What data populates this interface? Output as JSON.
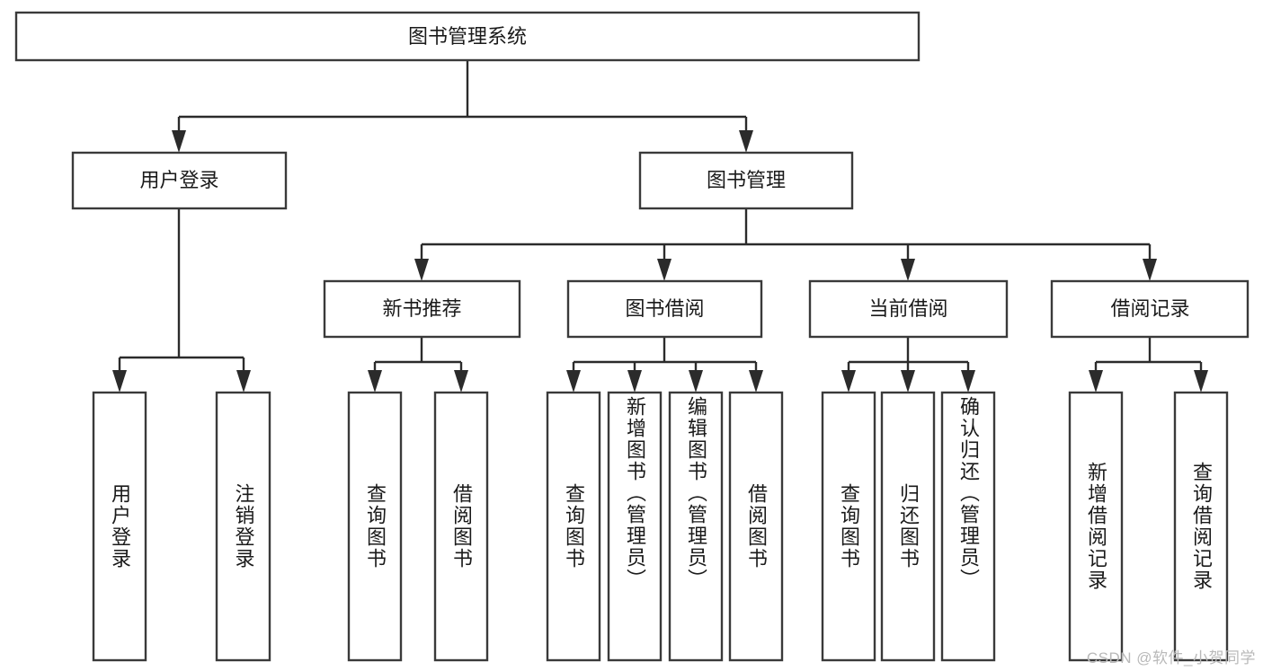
{
  "diagram": {
    "title": "图书管理系统",
    "type": "tree",
    "watermark": "CSDN @软件_小贺同学",
    "colors": {
      "box_stroke": "#3a3a3a",
      "box_fill": "#ffffff",
      "connector": "#2b2b2b",
      "text": "#1a1a1a",
      "watermark": "#b9b9b9",
      "background": "#ffffff"
    },
    "nodes": {
      "root": {
        "label": "图书管理系统"
      },
      "level2": [
        {
          "id": "user-login",
          "label": "用户登录"
        },
        {
          "id": "book-management",
          "label": "图书管理"
        }
      ],
      "level3": [
        {
          "id": "new-book-recommend",
          "label": "新书推荐"
        },
        {
          "id": "book-borrow",
          "label": "图书借阅"
        },
        {
          "id": "current-borrow",
          "label": "当前借阅"
        },
        {
          "id": "borrow-record",
          "label": "借阅记录"
        }
      ],
      "leaves": {
        "user_login": [
          {
            "id": "leaf-user-login",
            "label": "用户登录"
          },
          {
            "id": "leaf-logout-login",
            "label": "注销登录"
          }
        ],
        "new_book_recommend": [
          {
            "id": "leaf-query-book-1",
            "label": "查询图书"
          },
          {
            "id": "leaf-borrow-book-1",
            "label": "借阅图书"
          }
        ],
        "book_borrow": [
          {
            "id": "leaf-query-book-2",
            "label": "查询图书"
          },
          {
            "id": "leaf-add-book",
            "label": "新增图书（管理员）"
          },
          {
            "id": "leaf-edit-book",
            "label": "编辑图书（管理员）"
          },
          {
            "id": "leaf-borrow-book-2",
            "label": "借阅图书"
          }
        ],
        "current_borrow": [
          {
            "id": "leaf-query-book-3",
            "label": "查询图书"
          },
          {
            "id": "leaf-return-book",
            "label": "归还图书"
          },
          {
            "id": "leaf-confirm-return",
            "label": "确认归还（管理员）"
          }
        ],
        "borrow_record": [
          {
            "id": "leaf-add-record",
            "label": "新增借阅记录"
          },
          {
            "id": "leaf-query-record",
            "label": "查询借阅记录"
          }
        ]
      }
    }
  }
}
